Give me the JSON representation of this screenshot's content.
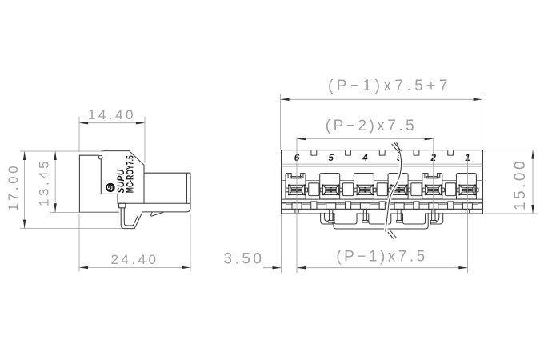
{
  "drawing": {
    "background": "#ffffff",
    "outline_color": "#3d3d3d",
    "dimension_color": "#9d9d9d",
    "label_color": "#161616",
    "product": {
      "brand": "SUPU",
      "model": "MC-ROY7.5",
      "logo_letter": "S"
    },
    "side_view": {
      "dim_top_width": "14.40",
      "dim_total_width": "24.40",
      "dim_total_height": "17.00",
      "dim_body_height": "13.45"
    },
    "front_view": {
      "dim_overall_width": "(P−1)x7.5+7",
      "dim_pin_span_inner": "(P−2)x7.5",
      "dim_pin_span": "(P−1)x7.5",
      "dim_height": "15.00",
      "dim_edge_to_pin": "3.50",
      "pin_numbers": [
        "6",
        "5",
        "4",
        "3",
        "2",
        "1"
      ]
    }
  }
}
